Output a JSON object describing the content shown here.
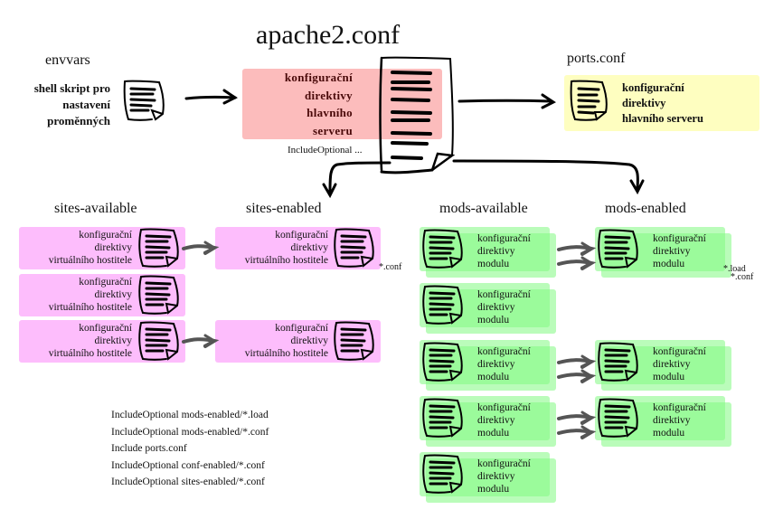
{
  "title": "apache2.conf",
  "main_config": {
    "text_lines": [
      "konfigurační",
      "direktivy",
      "hlavního",
      "serveru"
    ],
    "include_label": "IncludeOptional ...",
    "color": "#fcbcbc"
  },
  "envvars": {
    "label": "envvars",
    "text_lines": [
      "shell skript pro",
      "nastavení",
      "proměnných"
    ]
  },
  "ports": {
    "label": "ports.conf",
    "text_lines": [
      "konfigurační",
      "direktivy",
      "hlavního serveru"
    ],
    "color": "#fefec0"
  },
  "sites_available": {
    "label": "sites-available",
    "items": [
      {
        "lines": [
          "konfigurační",
          "direktivy",
          "virtuálního hostitele"
        ]
      },
      {
        "lines": [
          "konfigurační",
          "direktivy",
          "virtuálního hostitele"
        ]
      },
      {
        "lines": [
          "konfigurační",
          "direktivy",
          "virtuálního hostitele"
        ]
      }
    ],
    "color": "#fdbdfc"
  },
  "sites_enabled": {
    "label": "sites-enabled",
    "items": [
      {
        "lines": [
          "konfigurační",
          "direktivy",
          "virtuálního hostitele"
        ]
      },
      {
        "lines": [
          "konfigurační",
          "direktivy",
          "virtuálního hostitele"
        ]
      }
    ],
    "pattern": "*.conf"
  },
  "mods_available": {
    "label": "mods-available",
    "items": [
      {
        "lines": [
          "konfigurační",
          "direktivy",
          "modulu"
        ]
      },
      {
        "lines": [
          "konfigurační",
          "direktivy",
          "modulu"
        ]
      },
      {
        "lines": [
          "konfigurační",
          "direktivy",
          "modulu"
        ]
      },
      {
        "lines": [
          "konfigurační",
          "direktivy",
          "modulu"
        ]
      },
      {
        "lines": [
          "konfigurační",
          "direktivy",
          "modulu"
        ]
      }
    ],
    "color": "#96fa96"
  },
  "mods_enabled": {
    "label": "mods-enabled",
    "items": [
      {
        "lines": [
          "konfigurační",
          "direktivy",
          "modulu"
        ]
      },
      {
        "lines": [
          "konfigurační",
          "direktivy",
          "modulu"
        ]
      },
      {
        "lines": [
          "konfigurační",
          "direktivy",
          "modulu"
        ]
      }
    ],
    "pattern_load": "*.load",
    "pattern_conf": "*.conf"
  },
  "include_list": [
    "IncludeOptional mods-enabled/*.load",
    "IncludeOptional mods-enabled/*.conf",
    "Include ports.conf",
    "IncludeOptional conf-enabled/*.conf",
    "IncludeOptional sites-enabled/*.conf"
  ]
}
